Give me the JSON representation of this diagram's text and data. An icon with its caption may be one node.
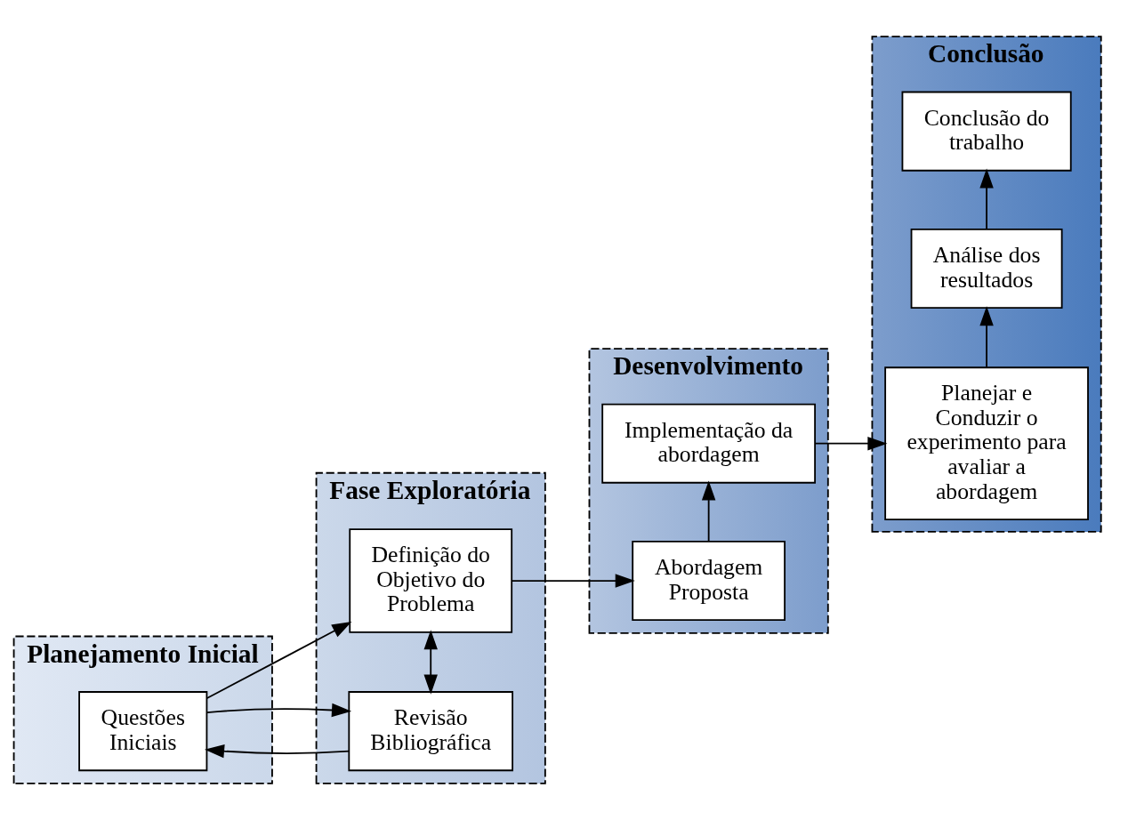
{
  "diagram": {
    "nodes": [
      {
        "text": [
          "Planejamento Inicial"
        ]
      },
      {
        "text": [
          "Questões Iniciais"
        ],
        "in": 0
      },
      {
        "text": [
          "Fase Exploratória"
        ]
      },
      {
        "text": [
          "Revisão Bibliográfica"
        ],
        "in": 2
      },
      {
        "text": [
          "Definição do Objetivo do Problema"
        ],
        "in": 2
      },
      {
        "text": [
          "Desenvolvimento"
        ]
      },
      {
        "text": [
          "Implementação da abordagem"
        ],
        "in": 5
      },
      {
        "text": [
          "Abordagem Proposta"
        ],
        "in": 5
      },
      {
        "text": [
          "Conclusão"
        ]
      },
      {
        "text": [
          "Planejar e Conduzir o experimento para avaliar a abordagem"
        ],
        "in": 8
      },
      {
        "text": [
          "Análise dos resultados"
        ],
        "in": 8
      },
      {
        "text": [
          "Conclusão do trabalho"
        ],
        "in": 8
      }
    ],
    "edges": [
      {
        "from": 1,
        "to": 3,
        "arrow": "to"
      },
      {
        "from": 3,
        "to": 1,
        "arrow": "to"
      },
      {
        "from": 3,
        "to": 4,
        "arrow": "both"
      },
      {
        "from": 1,
        "to": 4,
        "arrow": "to"
      },
      {
        "from": 4,
        "to": 7,
        "arrow": "to"
      },
      {
        "from": 7,
        "to": 6,
        "arrow": "to"
      },
      {
        "from": 6,
        "to": 9,
        "arrow": "to"
      },
      {
        "from": 9,
        "to": 10,
        "arrow": "to"
      },
      {
        "from": 10,
        "to": 11,
        "arrow": "to"
      }
    ]
  }
}
